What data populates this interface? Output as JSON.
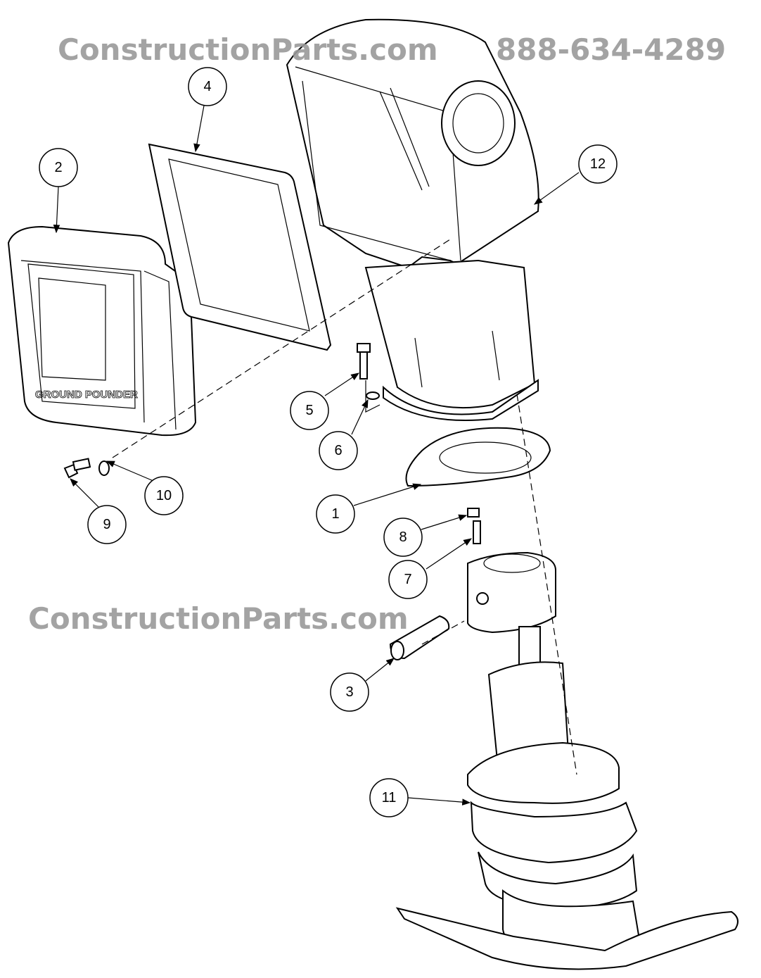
{
  "watermark": {
    "site_top": "ConstructionParts.com",
    "phone": "888-634-4289",
    "site_middle": "ConstructionParts.com"
  },
  "cover_logo_text": "GROUND POUNDER",
  "callouts": [
    {
      "label": "1"
    },
    {
      "label": "2"
    },
    {
      "label": "3"
    },
    {
      "label": "4"
    },
    {
      "label": "5"
    },
    {
      "label": "6"
    },
    {
      "label": "7"
    },
    {
      "label": "8"
    },
    {
      "label": "9"
    },
    {
      "label": "10"
    },
    {
      "label": "11"
    },
    {
      "label": "12"
    }
  ]
}
